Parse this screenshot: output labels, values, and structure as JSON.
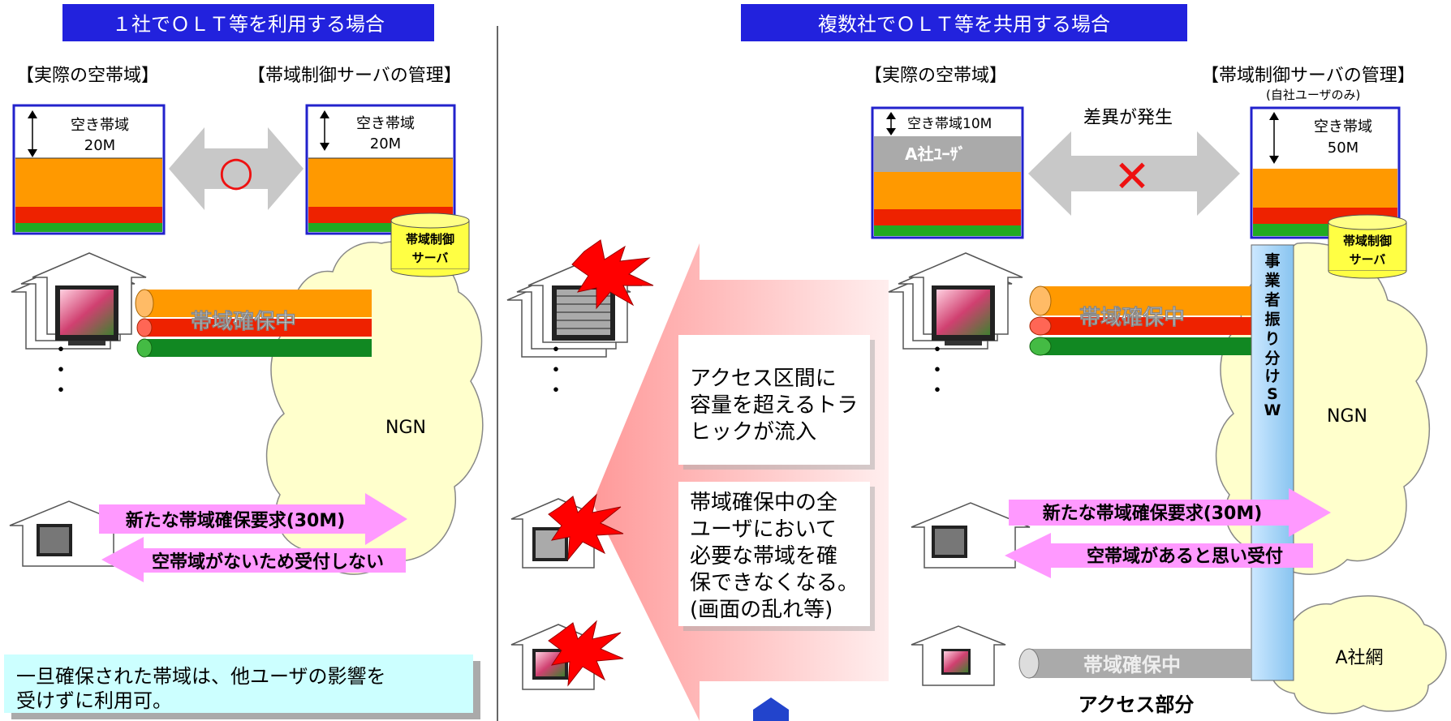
{
  "left": {
    "title": "１社でＯＬＴ等を利用する場合",
    "actual_label": "【実際の空帯域】",
    "server_label": "【帯域制御サーバの管理】",
    "actual_free_1": "空き帯域",
    "actual_free_2": "20M",
    "server_free_1": "空き帯域",
    "server_free_2": "20M",
    "compare_mark": "○",
    "server_db_1": "帯域制御",
    "server_db_2": "サーバ",
    "bandwidth_label": "帯域確保中",
    "ngn": "NGN",
    "request_label": "新たな帯域確保要求(30M)",
    "reject_label": "空帯域がないため受付しない",
    "note_1": "一旦確保された帯域は、他ユーザの影響を",
    "note_2": "受けずに利用可。"
  },
  "middle": {
    "box1_lines": [
      "アクセス区間に",
      "容量を超えるトラ",
      "ヒックが流入"
    ],
    "box2_lines": [
      "帯域確保中の全",
      "ユーザにおいて",
      "必要な帯域を確",
      "保できなくなる。",
      "(画面の乱れ等)"
    ]
  },
  "right": {
    "title": "複数社でＯＬＴ等を共用する場合",
    "actual_label": "【実際の空帯域】",
    "server_label": "【帯域制御サーバの管理】",
    "server_sub": "(自社ユーザのみ)",
    "actual_free": "空き帯域10M",
    "a_users": "A社ﾕｰｻﾞ",
    "diff_label": "差異が発生",
    "compare_mark": "✕",
    "server_free_1": "空き帯域",
    "server_free_2": "50M",
    "server_db_1": "帯域制御",
    "server_db_2": "サーバ",
    "switch_label": [
      "事",
      "業",
      "者",
      "振",
      "り",
      "分",
      "け",
      "S",
      "W"
    ],
    "bandwidth_label": "帯域確保中",
    "ngn": "NGN",
    "request_label": "新たな帯域確保要求(30M)",
    "accept_label": "空帯域があると思い受付",
    "a_network": "A社網",
    "a_bandwidth_label": "帯域確保中",
    "access_label": "アクセス部分"
  },
  "colors": {
    "title_bg": "#2222dd",
    "orange": "#ff9900",
    "red": "#ee2200",
    "green": "#22aa22",
    "cloud": "#ffffcc",
    "magenta": "#ff88ff",
    "note_bg": "#ccffff"
  }
}
